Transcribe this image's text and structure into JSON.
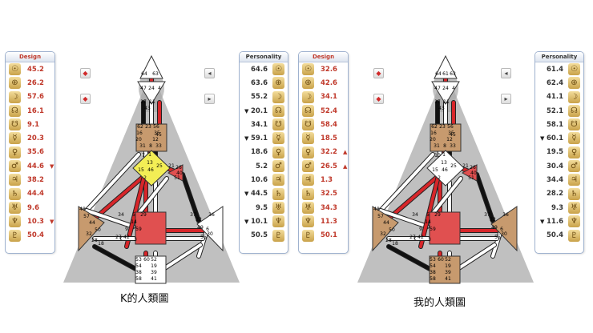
{
  "charts": [
    {
      "caption": "K的人類圖",
      "design_header": "Design",
      "personality_header": "Personality",
      "design": [
        {
          "icon": "sun-icon",
          "glyph": "☉",
          "value": "45.2",
          "arrow": ""
        },
        {
          "icon": "earth-icon",
          "glyph": "⊕",
          "value": "26.2",
          "arrow": ""
        },
        {
          "icon": "moon-icon",
          "glyph": "☽",
          "value": "57.6",
          "arrow": ""
        },
        {
          "icon": "north-node-icon",
          "glyph": "☊",
          "value": "16.1",
          "arrow": ""
        },
        {
          "icon": "south-node-icon",
          "glyph": "☋",
          "value": "9.1",
          "arrow": ""
        },
        {
          "icon": "mercury-icon",
          "glyph": "☿",
          "value": "20.3",
          "arrow": ""
        },
        {
          "icon": "venus-icon",
          "glyph": "♀",
          "value": "35.6",
          "arrow": ""
        },
        {
          "icon": "mars-icon",
          "glyph": "♂",
          "value": "44.6",
          "arrow": "▼"
        },
        {
          "icon": "jupiter-icon",
          "glyph": "♃",
          "value": "38.2",
          "arrow": ""
        },
        {
          "icon": "saturn-icon",
          "glyph": "♄",
          "value": "44.4",
          "arrow": ""
        },
        {
          "icon": "uranus-icon",
          "glyph": "♅",
          "value": "9.6",
          "arrow": ""
        },
        {
          "icon": "neptune-icon",
          "glyph": "♆",
          "value": "10.3",
          "arrow": "▼"
        },
        {
          "icon": "pluto-icon",
          "glyph": "♇",
          "value": "50.4",
          "arrow": ""
        }
      ],
      "personality": [
        {
          "icon": "sun-icon",
          "glyph": "☉",
          "value": "64.6",
          "arrow": ""
        },
        {
          "icon": "earth-icon",
          "glyph": "⊕",
          "value": "63.6",
          "arrow": ""
        },
        {
          "icon": "moon-icon",
          "glyph": "☽",
          "value": "55.2",
          "arrow": ""
        },
        {
          "icon": "north-node-icon",
          "glyph": "☊",
          "value": "20.1",
          "arrow": "▼"
        },
        {
          "icon": "south-node-icon",
          "glyph": "☋",
          "value": "34.1",
          "arrow": ""
        },
        {
          "icon": "mercury-icon",
          "glyph": "☿",
          "value": "59.1",
          "arrow": "▼"
        },
        {
          "icon": "venus-icon",
          "glyph": "♀",
          "value": "18.6",
          "arrow": ""
        },
        {
          "icon": "mars-icon",
          "glyph": "♂",
          "value": "5.2",
          "arrow": ""
        },
        {
          "icon": "jupiter-icon",
          "glyph": "♃",
          "value": "10.6",
          "arrow": ""
        },
        {
          "icon": "saturn-icon",
          "glyph": "♄",
          "value": "44.5",
          "arrow": "▼"
        },
        {
          "icon": "uranus-icon",
          "glyph": "♅",
          "value": "9.5",
          "arrow": ""
        },
        {
          "icon": "neptune-icon",
          "glyph": "♆",
          "value": "10.1",
          "arrow": "▼"
        },
        {
          "icon": "pluto-icon",
          "glyph": "♇",
          "value": "50.5",
          "arrow": ""
        }
      ],
      "bodygraph": {
        "head_gates": [
          "64",
          "63"
        ],
        "ajna_gates": [
          "47",
          "24",
          "4"
        ],
        "gate_labels": [
          "17",
          "11",
          "43",
          "62",
          "23",
          "56",
          "16",
          "35",
          "20",
          "31",
          "8",
          "33",
          "12",
          "45",
          "7",
          "1",
          "13",
          "25",
          "15",
          "46",
          "2",
          "51",
          "21",
          "26",
          "40",
          "48",
          "57",
          "44",
          "50",
          "32",
          "28",
          "18",
          "34",
          "5",
          "14",
          "29",
          "27",
          "42",
          "3",
          "9",
          "59",
          "6",
          "37",
          "22",
          "36",
          "49",
          "55",
          "30",
          "53",
          "60",
          "52",
          "54",
          "19",
          "38",
          "39",
          "58",
          "41"
        ],
        "defined_centers": [
          "g-center",
          "spleen",
          "sacral",
          "heart"
        ]
      }
    },
    {
      "caption": "我的人類圖",
      "design_header": "Design",
      "personality_header": "Personality",
      "design": [
        {
          "icon": "sun-icon",
          "glyph": "☉",
          "value": "32.6",
          "arrow": ""
        },
        {
          "icon": "earth-icon",
          "glyph": "⊕",
          "value": "42.6",
          "arrow": ""
        },
        {
          "icon": "moon-icon",
          "glyph": "☽",
          "value": "34.1",
          "arrow": ""
        },
        {
          "icon": "north-node-icon",
          "glyph": "☊",
          "value": "52.4",
          "arrow": ""
        },
        {
          "icon": "south-node-icon",
          "glyph": "☋",
          "value": "58.4",
          "arrow": ""
        },
        {
          "icon": "mercury-icon",
          "glyph": "☿",
          "value": "18.5",
          "arrow": ""
        },
        {
          "icon": "venus-icon",
          "glyph": "♀",
          "value": "32.2",
          "arrow": "▲"
        },
        {
          "icon": "mars-icon",
          "glyph": "♂",
          "value": "26.5",
          "arrow": "▲"
        },
        {
          "icon": "jupiter-icon",
          "glyph": "♃",
          "value": "1.3",
          "arrow": ""
        },
        {
          "icon": "saturn-icon",
          "glyph": "♄",
          "value": "32.5",
          "arrow": ""
        },
        {
          "icon": "uranus-icon",
          "glyph": "♅",
          "value": "34.3",
          "arrow": ""
        },
        {
          "icon": "neptune-icon",
          "glyph": "♆",
          "value": "11.3",
          "arrow": ""
        },
        {
          "icon": "pluto-icon",
          "glyph": "♇",
          "value": "50.1",
          "arrow": ""
        }
      ],
      "personality": [
        {
          "icon": "sun-icon",
          "glyph": "☉",
          "value": "61.4",
          "arrow": ""
        },
        {
          "icon": "earth-icon",
          "glyph": "⊕",
          "value": "62.4",
          "arrow": ""
        },
        {
          "icon": "moon-icon",
          "glyph": "☽",
          "value": "41.1",
          "arrow": ""
        },
        {
          "icon": "north-node-icon",
          "glyph": "☊",
          "value": "52.1",
          "arrow": ""
        },
        {
          "icon": "south-node-icon",
          "glyph": "☋",
          "value": "58.1",
          "arrow": ""
        },
        {
          "icon": "mercury-icon",
          "glyph": "☿",
          "value": "60.1",
          "arrow": "▼"
        },
        {
          "icon": "venus-icon",
          "glyph": "♀",
          "value": "19.5",
          "arrow": ""
        },
        {
          "icon": "mars-icon",
          "glyph": "♂",
          "value": "30.4",
          "arrow": ""
        },
        {
          "icon": "jupiter-icon",
          "glyph": "♃",
          "value": "34.4",
          "arrow": ""
        },
        {
          "icon": "saturn-icon",
          "glyph": "♄",
          "value": "28.2",
          "arrow": ""
        },
        {
          "icon": "uranus-icon",
          "glyph": "♅",
          "value": "9.3",
          "arrow": ""
        },
        {
          "icon": "neptune-icon",
          "glyph": "♆",
          "value": "11.6",
          "arrow": "▼"
        },
        {
          "icon": "pluto-icon",
          "glyph": "♇",
          "value": "50.4",
          "arrow": ""
        }
      ],
      "bodygraph": {
        "head_gates": [
          "64",
          "61",
          "63"
        ],
        "ajna_gates": [
          "47",
          "24",
          "4"
        ],
        "gate_labels": [
          "17",
          "11",
          "43",
          "62",
          "23",
          "56",
          "16",
          "35",
          "20",
          "31",
          "8",
          "33",
          "12",
          "45",
          "10",
          "1",
          "13",
          "25",
          "15",
          "46",
          "2",
          "51",
          "21",
          "26",
          "40",
          "48",
          "57",
          "44",
          "50",
          "32",
          "28",
          "18",
          "34",
          "5",
          "14",
          "29",
          "27",
          "42",
          "3",
          "9",
          "59",
          "6",
          "37",
          "22",
          "36",
          "49",
          "55",
          "30",
          "53",
          "60",
          "52",
          "54",
          "19",
          "38",
          "39",
          "58",
          "41"
        ],
        "defined_centers": [
          "spleen",
          "sacral",
          "heart",
          "root",
          "solar-plexus"
        ]
      }
    }
  ],
  "colors": {
    "design": "#c0392b",
    "personality": "#333333",
    "center_tan": "#c79a6e",
    "center_red": "#e05050",
    "center_yellow": "#f3ee55",
    "silhouette": "#a8a8a8"
  }
}
